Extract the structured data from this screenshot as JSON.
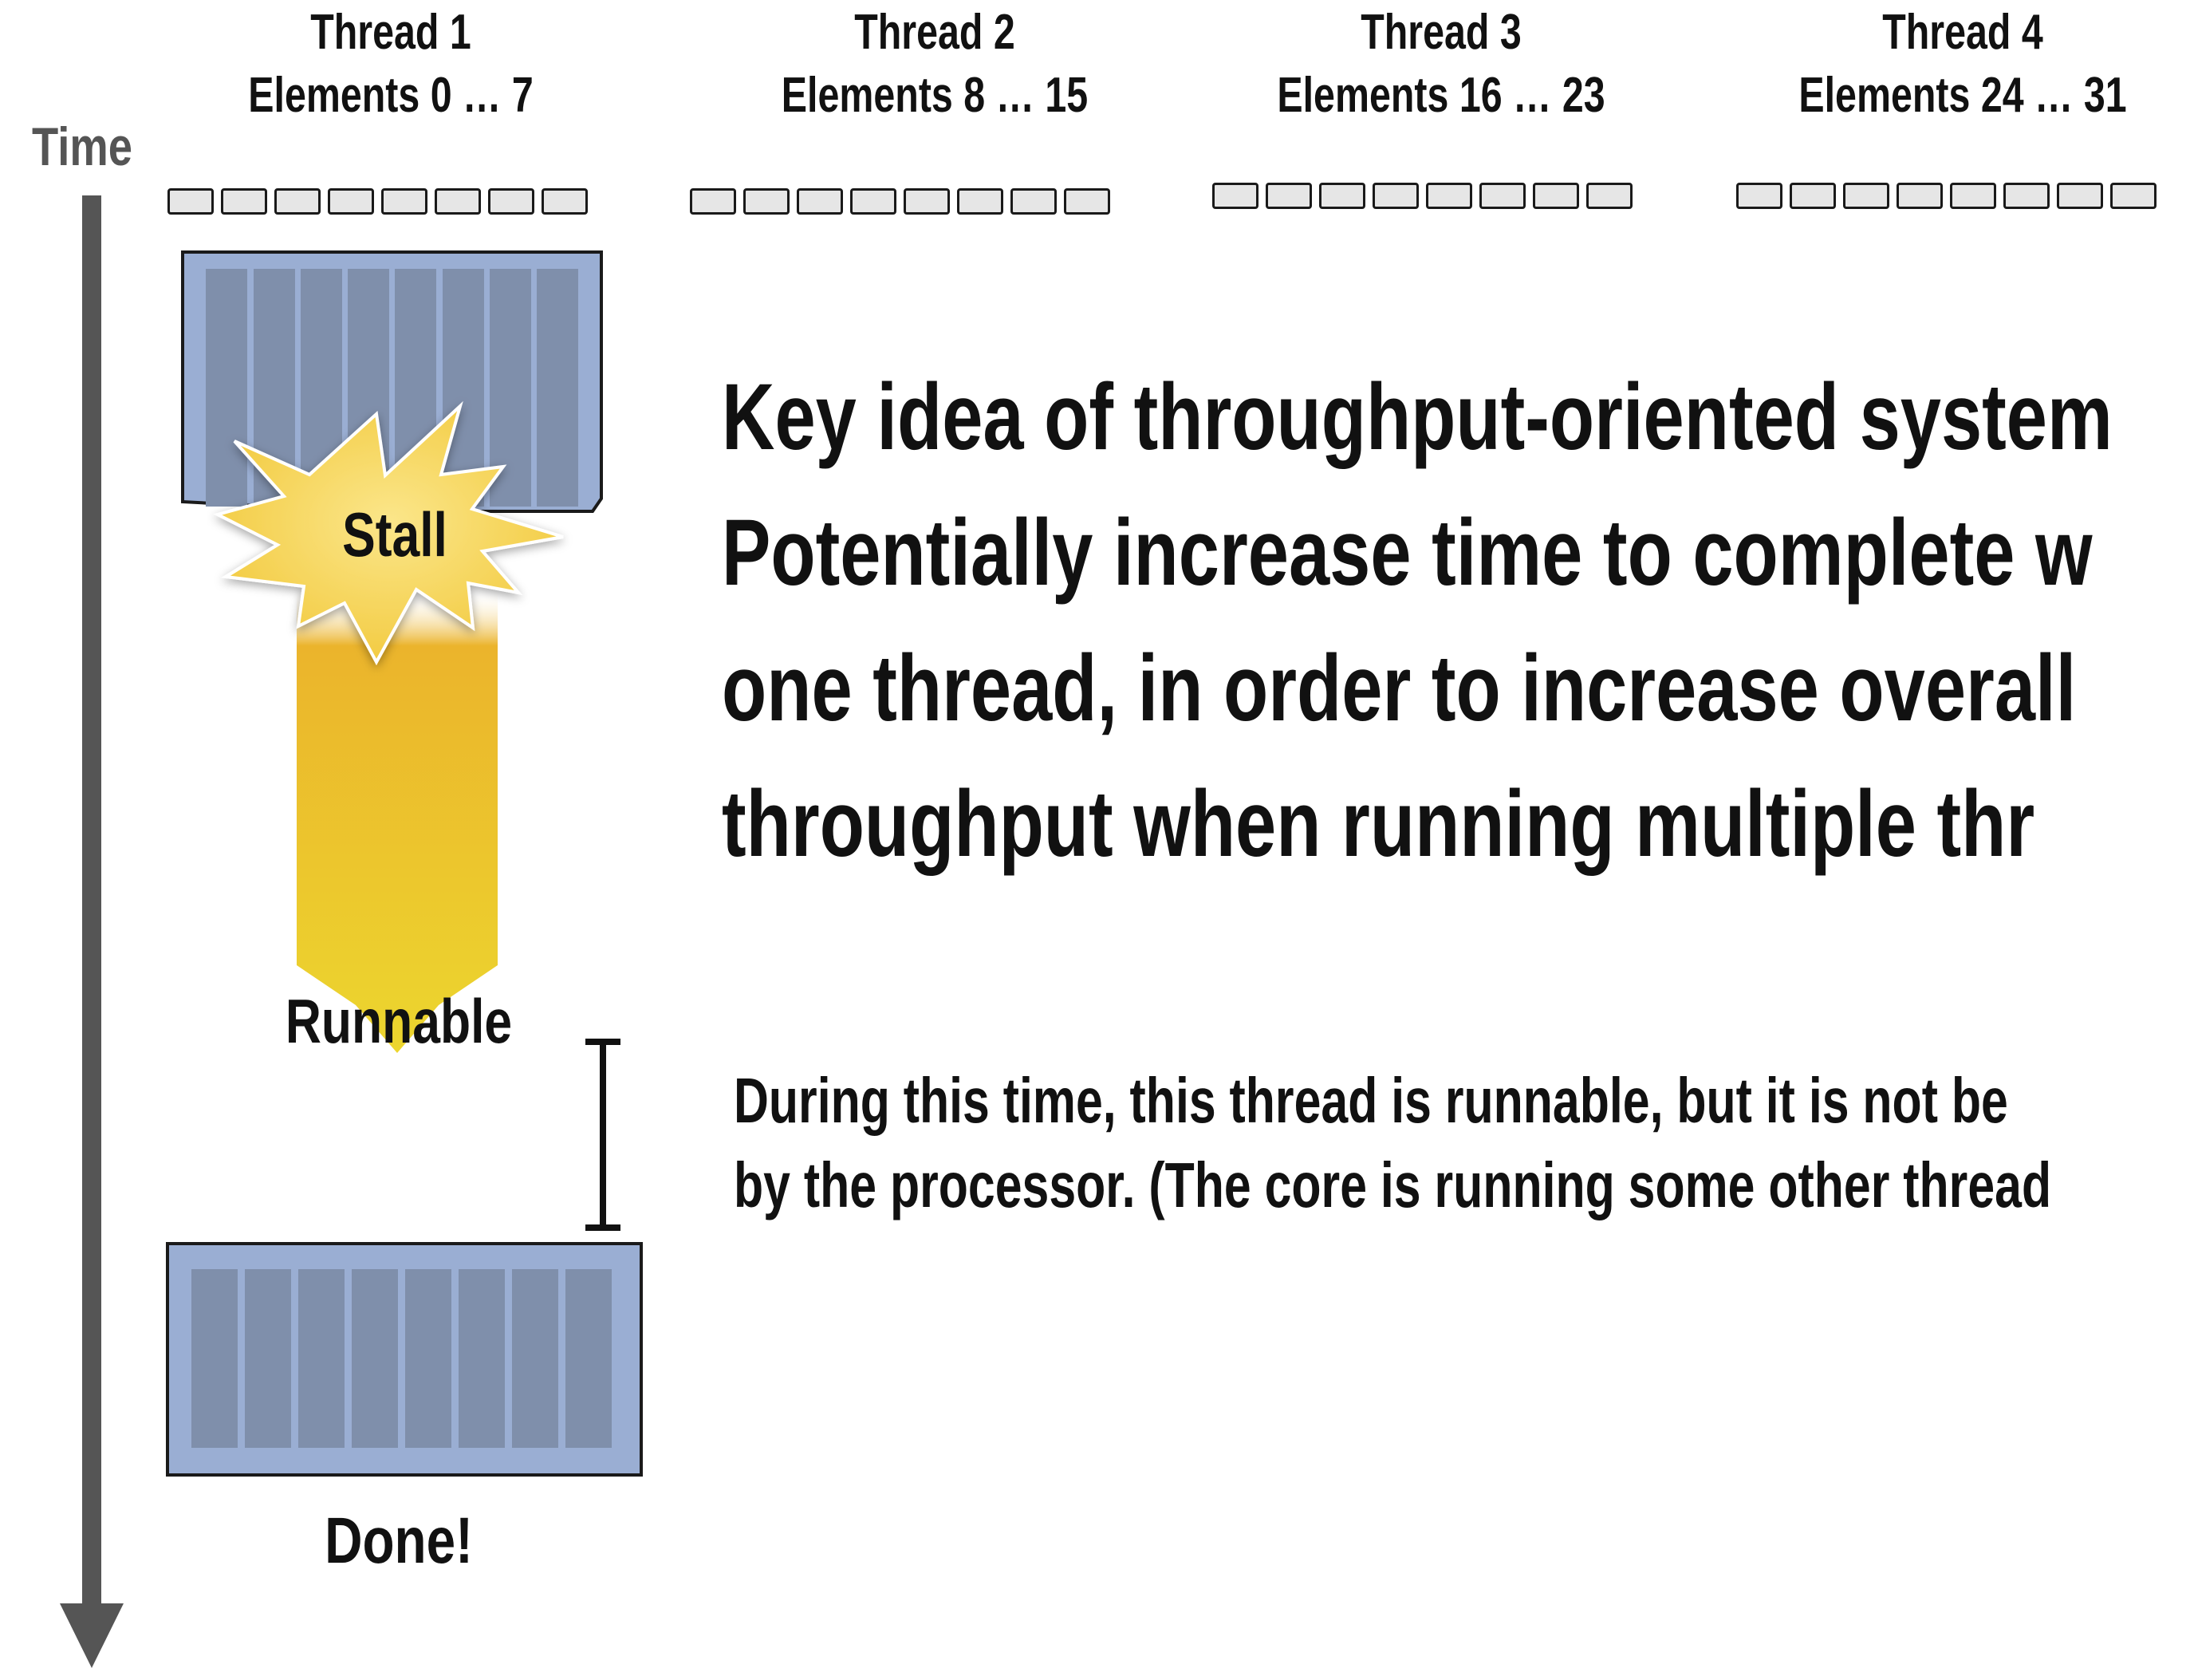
{
  "time_label": "Time",
  "threads": [
    {
      "title": "Thread 1",
      "elements": "Elements 0 … 7"
    },
    {
      "title": "Thread 2",
      "elements": "Elements 8 … 15"
    },
    {
      "title": "Thread 3",
      "elements": "Elements 16 … 23"
    },
    {
      "title": "Thread 4",
      "elements": "Elements 24 … 31"
    }
  ],
  "key_idea": [
    "Key idea of throughput-oriented system",
    "Potentially increase time to complete w",
    "one thread, in order to increase overall",
    "throughput when running multiple thr"
  ],
  "note": [
    "During this time, this thread is runnable, but it is not be",
    "by the processor. (The core is running some other thread"
  ],
  "labels": {
    "stall": "Stall",
    "runnable": "Runnable",
    "done": "Done!"
  },
  "colors": {
    "block_fill": "#9aaed3",
    "lane_fill": "#7f8fab",
    "stall_star": "#f7d44a",
    "runnable_bar": "#eabb2a",
    "time_axis": "#555555"
  }
}
